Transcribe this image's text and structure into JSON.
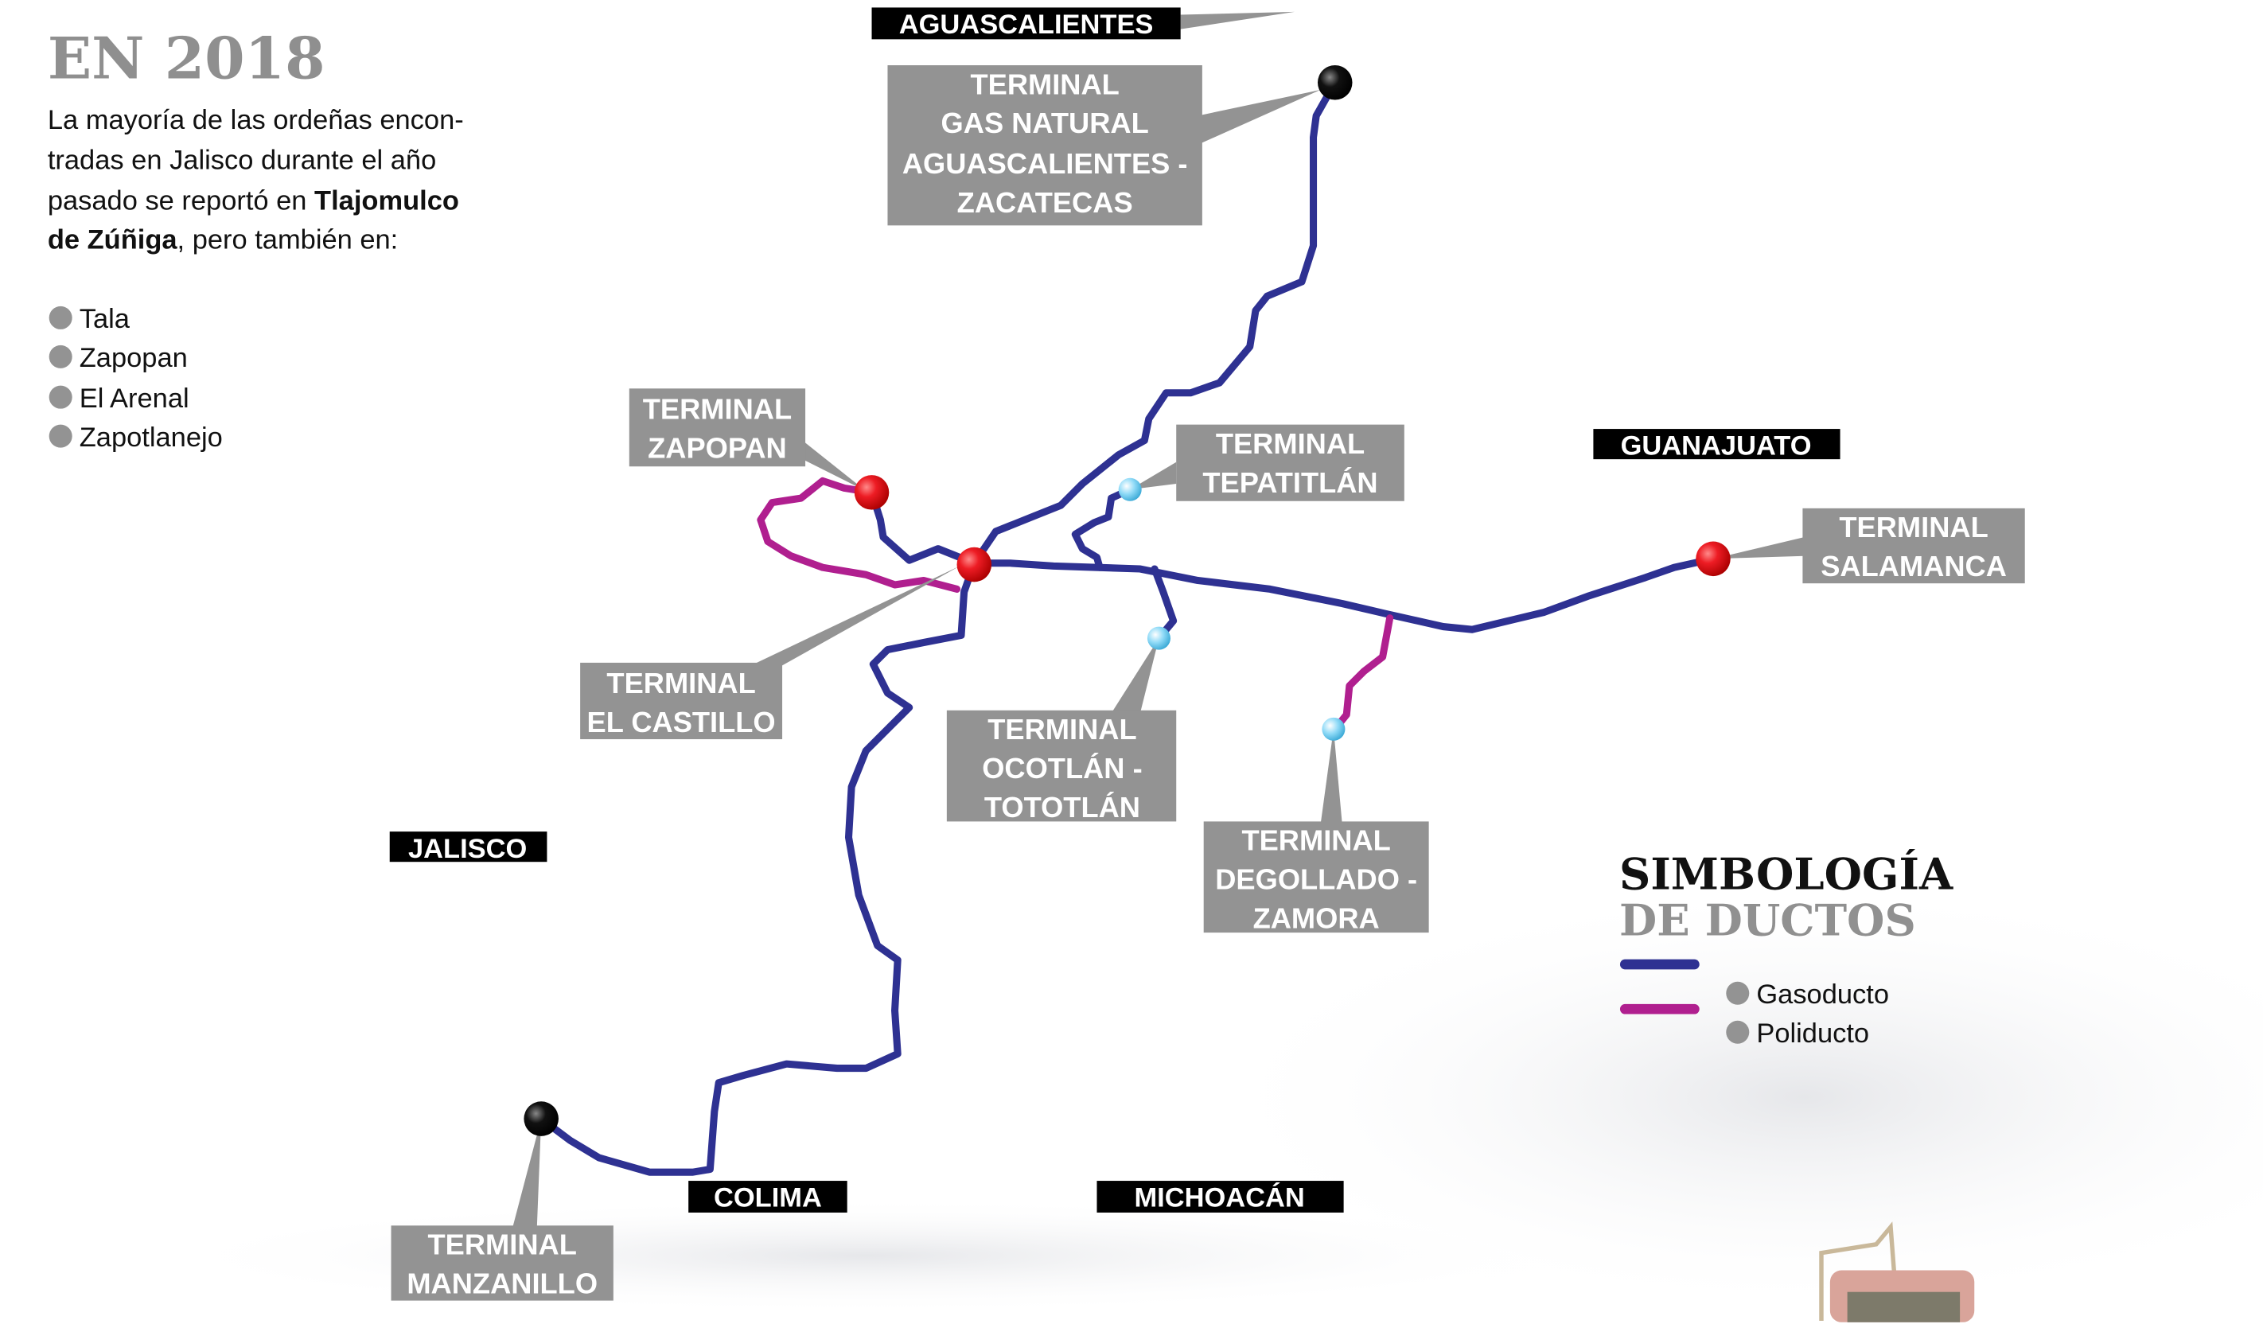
{
  "intro": {
    "title": "EN 2018",
    "lines": [
      "La mayoría de las ordeñas encon-",
      "tradas en Jalisco durante el año",
      "pasado se reportó en ",
      "Tlajomulco",
      "de Zúñiga",
      ", pero también en:"
    ],
    "places": [
      "Tala",
      "Zapopan",
      "El Arenal",
      "Zapotlanejo"
    ]
  },
  "regions": {
    "aguascalientes": "AGUASCALIENTES",
    "guanajuato": "GUANAJUATO",
    "jalisco": "JALISCO",
    "colima": "COLIMA",
    "michoacan": "MICHOACÁN"
  },
  "terminals": {
    "aguascalientes": [
      "TERMINAL",
      "GAS NATURAL",
      "AGUASCALIENTES -",
      "ZACATECAS"
    ],
    "zapopan": [
      "TERMINAL",
      "ZAPOPAN"
    ],
    "tepatitlan": [
      "TERMINAL",
      "TEPATITLÁN"
    ],
    "salamanca": [
      "TERMINAL",
      "SALAMANCA"
    ],
    "castillo": [
      "TERMINAL",
      "EL CASTILLO"
    ],
    "ocotlan": [
      "TERMINAL",
      "OCOTLÁN -",
      "TOTOTLÁN"
    ],
    "degollado": [
      "TERMINAL",
      "DEGOLLADO -",
      "ZAMORA"
    ],
    "manzanillo": [
      "TERMINAL",
      "MANZANILLO"
    ]
  },
  "legend": {
    "title1": "SIMBOLOGÍA",
    "title2": "DE DUCTOS",
    "items": [
      "Gasoducto",
      "Poliducto"
    ]
  },
  "colors": {
    "gasoducto": "#2e3192",
    "poliducto": "#b01f8f",
    "label_box": "#939393",
    "red_marker": "#ed1c24",
    "light_marker": "#6fcdf2"
  }
}
